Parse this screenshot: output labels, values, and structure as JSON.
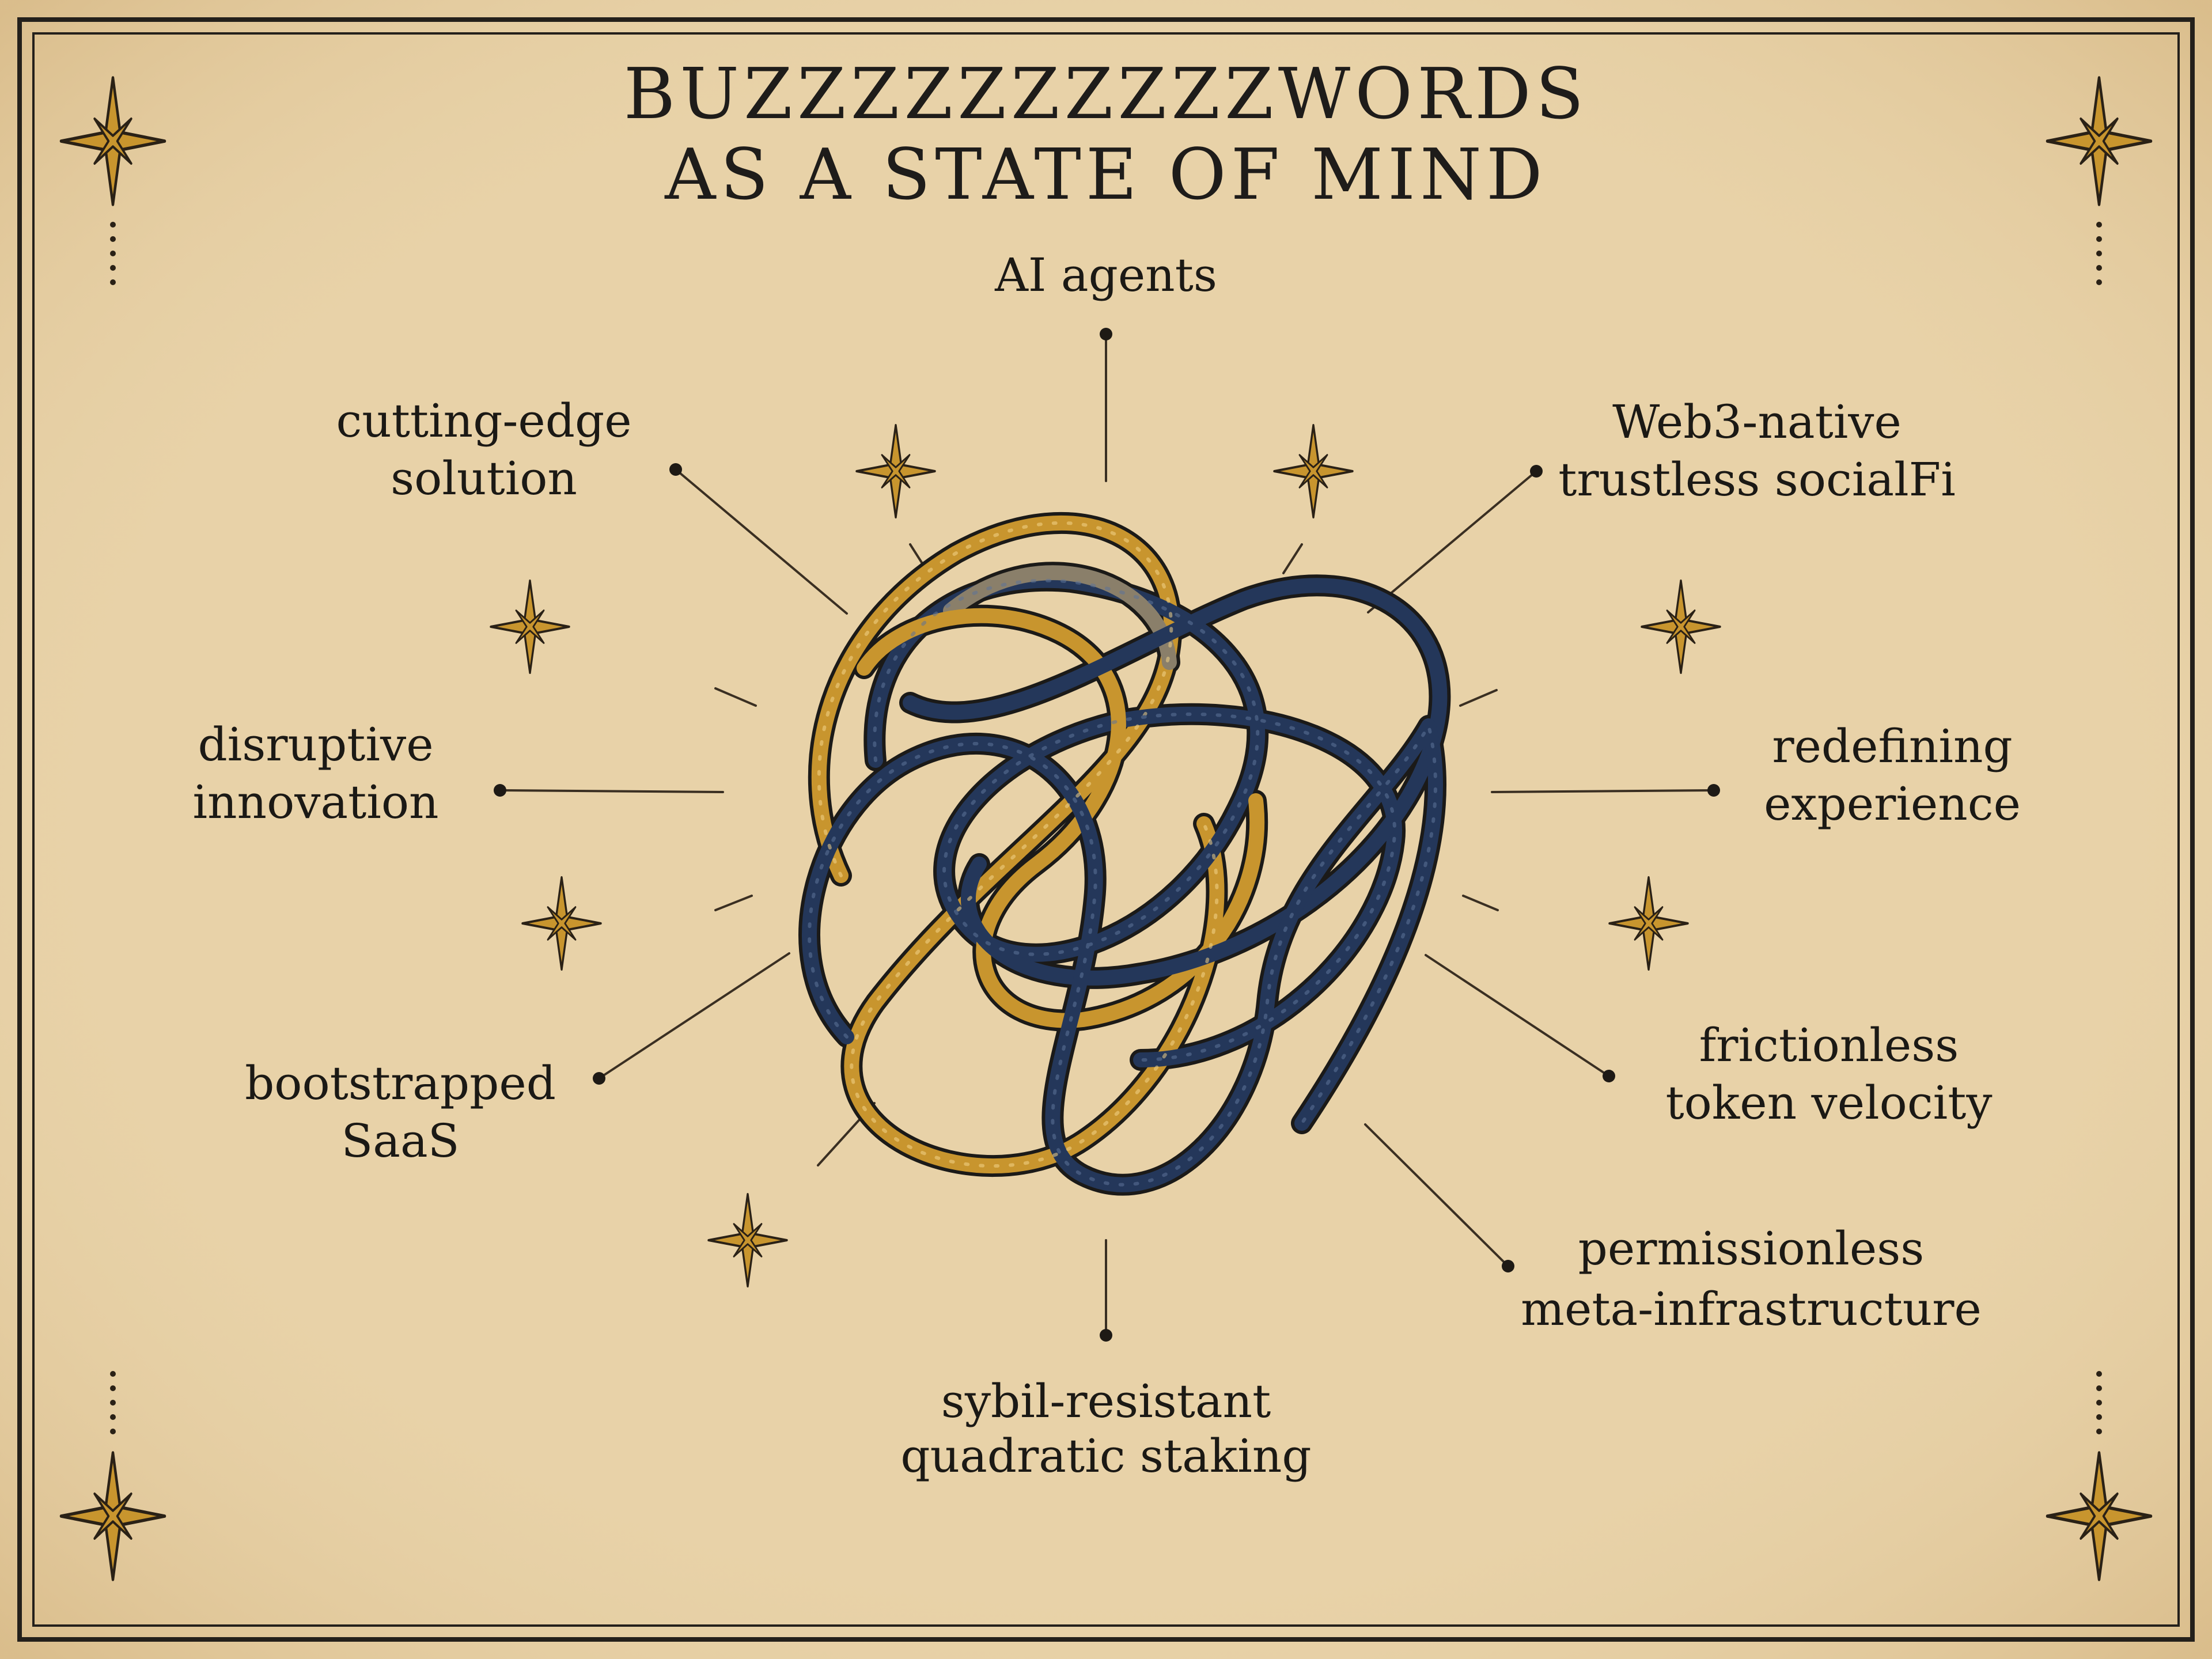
{
  "title": {
    "line1": "BUZZZZZZZZZZWORDS",
    "line2": "AS A STATE OF MIND"
  },
  "labels": [
    {
      "id": "ai-agents",
      "lines": [
        "AI agents"
      ]
    },
    {
      "id": "web3-native",
      "lines": [
        "Web3-native",
        "trustless socialFi"
      ]
    },
    {
      "id": "redefining",
      "lines": [
        "redefining",
        "experience"
      ]
    },
    {
      "id": "frictionless",
      "lines": [
        "frictionless",
        "token velocity"
      ]
    },
    {
      "id": "permissionless",
      "lines": [
        "permissionless",
        "meta-infrastructure"
      ]
    },
    {
      "id": "sybil-resistant",
      "lines": [
        "sybil-resistant",
        "quadratic staking"
      ]
    },
    {
      "id": "bootstrapped",
      "lines": [
        "bootstrapped",
        "SaaS"
      ]
    },
    {
      "id": "disruptive",
      "lines": [
        "disruptive",
        "innovation"
      ]
    },
    {
      "id": "cutting-edge",
      "lines": [
        "cutting-edge",
        "solution"
      ]
    }
  ],
  "colors": {
    "parchment": "#e8d2a8",
    "ink": "#1d1a16",
    "gold": "#c8952e",
    "navy": "#24375a"
  },
  "icons": {
    "corner": "four-point-star-icon",
    "accent": "four-point-star-icon",
    "center": "tangled-knot-icon"
  }
}
